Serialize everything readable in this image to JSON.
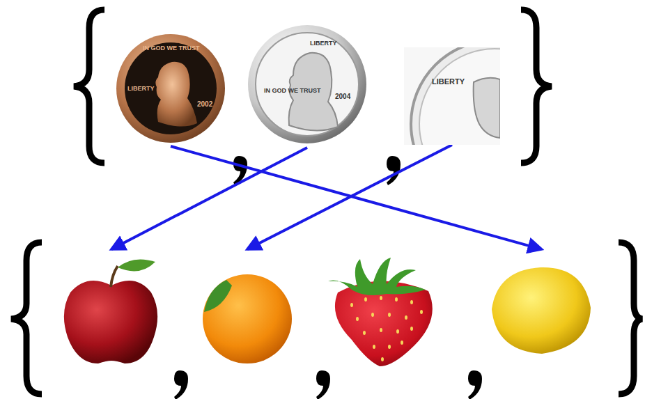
{
  "diagram": {
    "nodes": [
      {
        "text": [
          "IN GOD WE TRUST",
          "LIBERTY",
          "2002"
        ]
      },
      {
        "text": [
          "IN GOD WE TRUST",
          "LIBERTY",
          "2004"
        ]
      },
      {
        "text": [
          "LIBERTY"
        ]
      },
      {
        "text": []
      },
      {
        "text": []
      },
      {
        "text": []
      },
      {
        "text": []
      }
    ],
    "edges": [
      {
        "from": 0,
        "to": 6,
        "arrow": "to"
      },
      {
        "from": 1,
        "to": 3,
        "arrow": "to"
      },
      {
        "from": 2,
        "to": 4,
        "arrow": "to"
      }
    ]
  }
}
